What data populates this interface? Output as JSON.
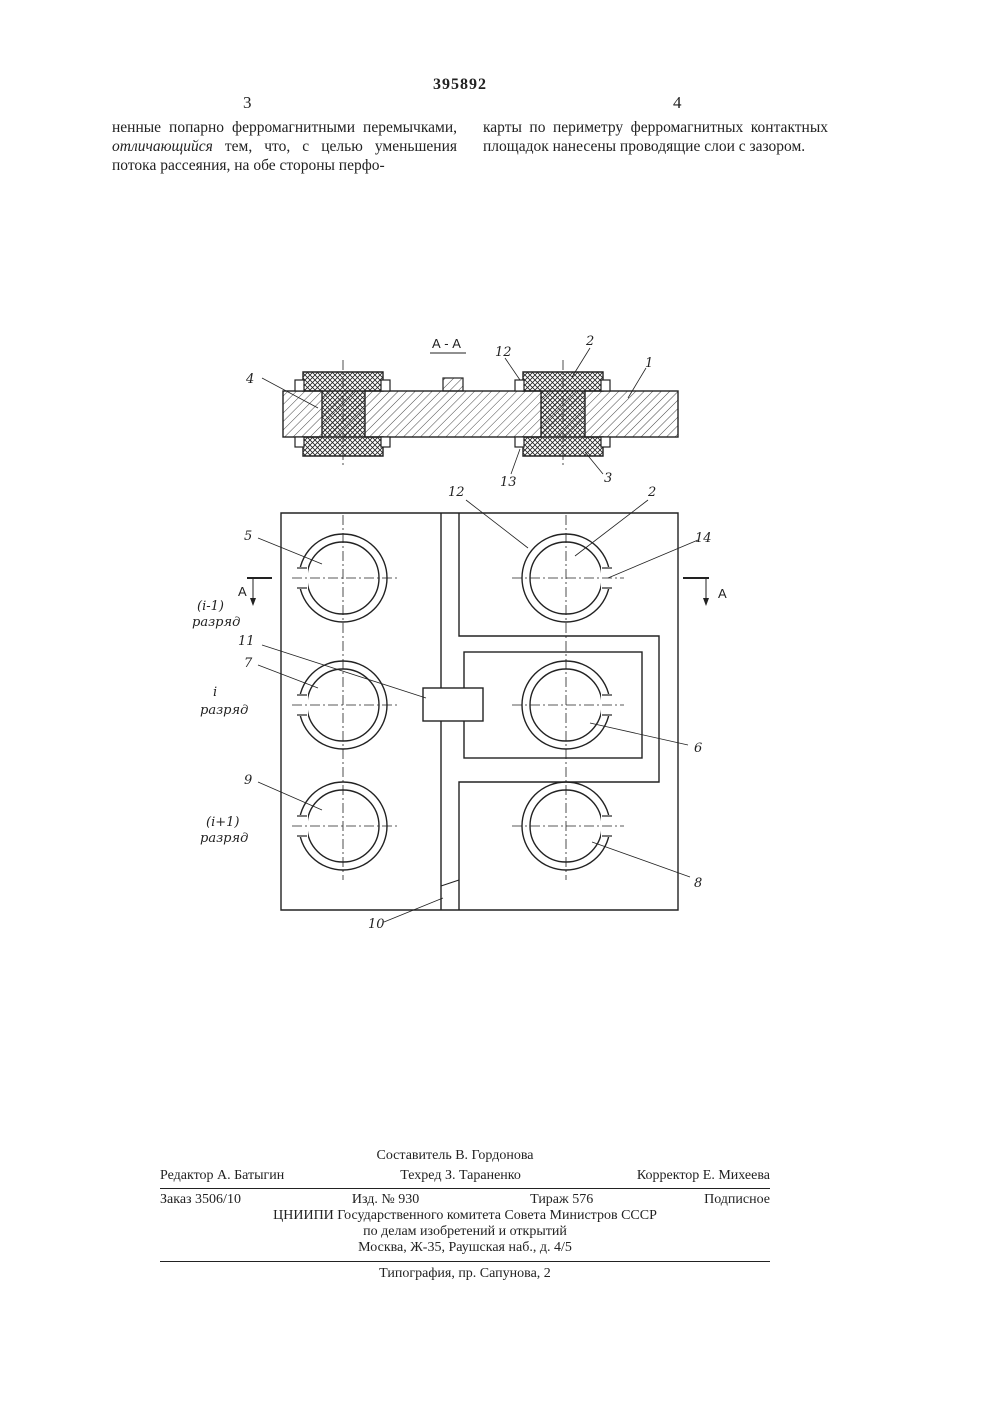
{
  "header": {
    "patent_number": "395892",
    "left_column_number": "3",
    "right_column_number": "4"
  },
  "text": {
    "left_column": {
      "part1": "ненные попарно ферромагнитными перемычками, ",
      "emphasis": "отличающийся",
      "part2": " тем, что, с целью уменьшения потока рассеяния, на обе стороны перфо-"
    },
    "right_column": "карты по периметру ферромагнитных контактных площадок нанесены проводящие слои с зазором."
  },
  "figure": {
    "section_title": "А - А",
    "section_marker": "А",
    "labels": {
      "n1": "1",
      "n2": "2",
      "n3": "3",
      "n4": "4",
      "n5": "5",
      "n6": "6",
      "n7": "7",
      "n8": "8",
      "n9": "9",
      "n10": "10",
      "n11": "11",
      "n12": "12",
      "n13": "13",
      "n14": "14"
    },
    "rows": {
      "prev_index": "(i-1)",
      "prev_word": "разряд",
      "cur_index": "i",
      "cur_word": "разряд",
      "next_index": "(i+1)",
      "next_word": "разряд"
    }
  },
  "footer": {
    "compiler": "Составитель В. Гордонова",
    "editor": "Редактор А. Батыгин",
    "techred": "Техред З. Тараненко",
    "corrector": "Корректор Е. Михеева",
    "order": "Заказ 3506/10",
    "edition": "Изд. № 930",
    "print_run": "Тираж 576",
    "subscription": "Подписное",
    "org_line1": "ЦНИИПИ Государственного комитета Совета Министров СССР",
    "org_line2": "по делам изобретений и открытий",
    "org_line3": "Москва, Ж-35, Раушская наб., д. 4/5",
    "printer": "Типография, пр. Сапунова, 2"
  }
}
